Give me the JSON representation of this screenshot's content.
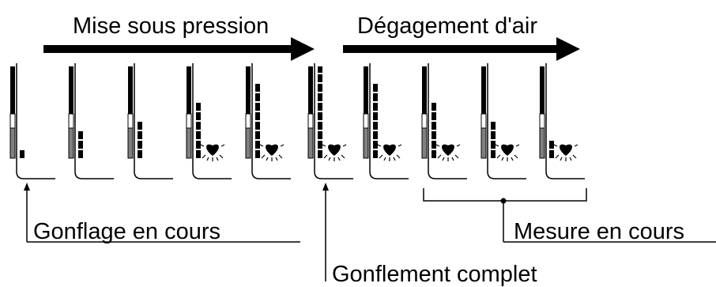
{
  "labels": {
    "phase_pressurizing": "Mise sous pression",
    "phase_deflation": "Dégagement d'air",
    "inflating": "Gonflage en cours",
    "inflation_complete": "Gonflement complet",
    "measuring": "Mesure en cours"
  },
  "icons": {
    "phase_arrow": "arrow-right-icon",
    "pulse": "heart-icon"
  },
  "colors": {
    "ink": "#000000",
    "gauge_gray": "#808080",
    "background": "#ffffff"
  },
  "frames": [
    {
      "segments": 1,
      "heart": false,
      "top_segment_full": false
    },
    {
      "segments": 3,
      "heart": false,
      "top_segment_full": false
    },
    {
      "segments": 4,
      "heart": false,
      "top_segment_full": false
    },
    {
      "segments": 6,
      "heart": true,
      "top_segment_full": false
    },
    {
      "segments": 8,
      "heart": true,
      "top_segment_full": false
    },
    {
      "segments": 10,
      "heart": true,
      "top_segment_full": true
    },
    {
      "segments": 8,
      "heart": true,
      "top_segment_full": false
    },
    {
      "segments": 6,
      "heart": true,
      "top_segment_full": false
    },
    {
      "segments": 4,
      "heart": true,
      "top_segment_full": false
    },
    {
      "segments": 2,
      "heart": true,
      "top_segment_full": false
    }
  ]
}
